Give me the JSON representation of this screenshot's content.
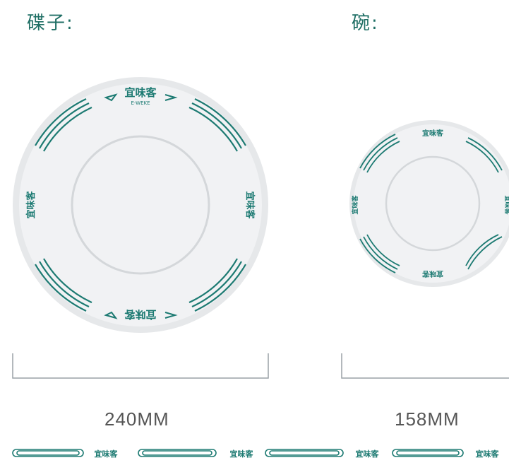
{
  "colors": {
    "teal": "#1c7a72",
    "plate": "#eef0f2",
    "rim": "#e4e6e8",
    "line": "#9aa1a6"
  },
  "labels": {
    "plate": "碟子:",
    "bowl": "碗:"
  },
  "brand": {
    "name": "宜味客",
    "sub": "E-WEKE"
  },
  "dimensions": {
    "plate": "240MM",
    "bowl": "158MM"
  }
}
